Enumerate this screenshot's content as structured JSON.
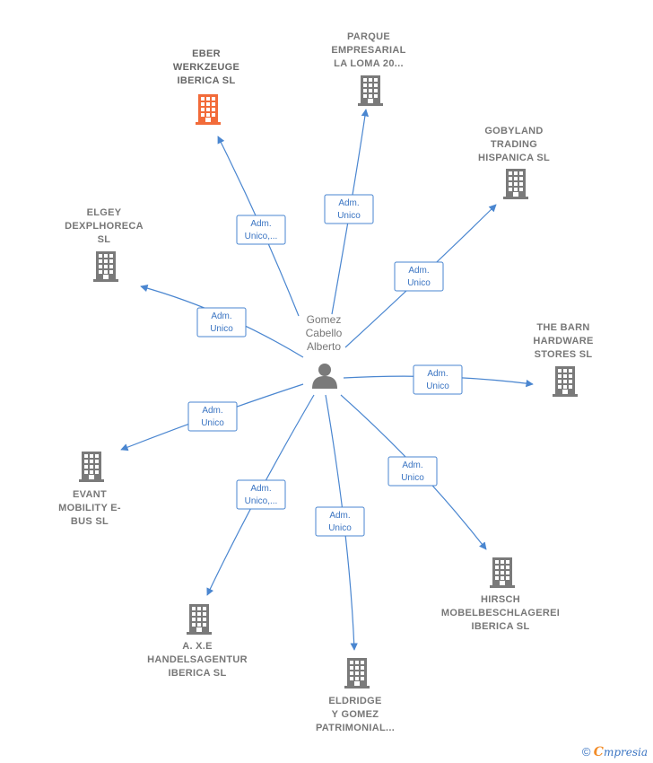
{
  "center": {
    "name_lines": [
      "Gomez",
      "Cabello",
      "Alberto"
    ],
    "icon": "person-icon"
  },
  "colors": {
    "edge": "#4a86d0",
    "building": "#7a7a7a",
    "highlight": "#f26b3a"
  },
  "nodes": [
    {
      "id": "eber",
      "lines": [
        "EBER",
        "WERKZEUGE",
        "IBERICA  SL"
      ],
      "edge_label": [
        "Adm.",
        "Unico,..."
      ],
      "highlight": true
    },
    {
      "id": "parque",
      "lines": [
        "PARQUE",
        "EMPRESARIAL",
        "LA LOMA 20..."
      ],
      "edge_label": [
        "Adm.",
        "Unico"
      ],
      "highlight": false
    },
    {
      "id": "gobyland",
      "lines": [
        "GOBYLAND",
        "TRADING",
        "HISPANICA  SL"
      ],
      "edge_label": [
        "Adm.",
        "Unico"
      ],
      "highlight": false
    },
    {
      "id": "elgey",
      "lines": [
        "ELGEY",
        "DEXPLHORECA",
        "SL"
      ],
      "edge_label": [
        "Adm.",
        "Unico"
      ],
      "highlight": false
    },
    {
      "id": "thebarn",
      "lines": [
        "THE BARN",
        "HARDWARE",
        "STORES  SL"
      ],
      "edge_label": [
        "Adm.",
        "Unico"
      ],
      "highlight": false
    },
    {
      "id": "evant",
      "lines": [
        "EVANT",
        "MOBILITY E-",
        "BUS  SL"
      ],
      "edge_label": [
        "Adm.",
        "Unico"
      ],
      "highlight": false
    },
    {
      "id": "hirsch",
      "lines": [
        "HIRSCH",
        "MOBELBESCHLAGEREI",
        "IBERICA  SL"
      ],
      "edge_label": [
        "Adm.",
        "Unico"
      ],
      "highlight": false
    },
    {
      "id": "axe",
      "lines": [
        "A. X.E",
        "HANDELSAGENTUR",
        "IBERICA  SL"
      ],
      "edge_label": [
        "Adm.",
        "Unico,..."
      ],
      "highlight": false
    },
    {
      "id": "eldridge",
      "lines": [
        "ELDRIDGE",
        "Y GOMEZ",
        "PATRIMONIAL..."
      ],
      "edge_label": [
        "Adm.",
        "Unico"
      ],
      "highlight": false
    }
  ],
  "footer": {
    "copyright": "©",
    "brand_first": "C",
    "brand_rest": "mpresia"
  }
}
